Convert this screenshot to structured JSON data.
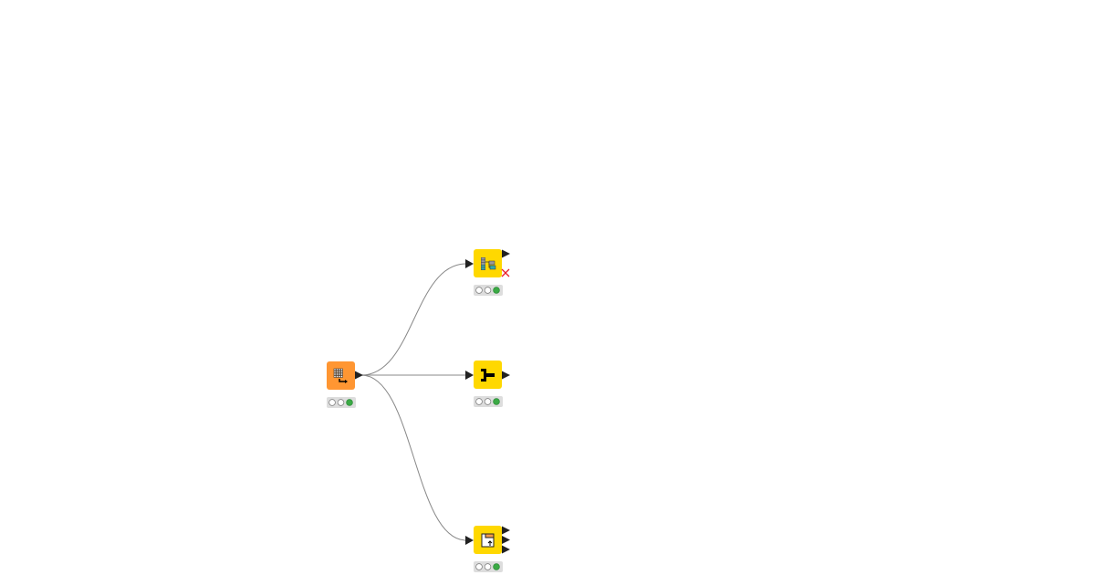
{
  "colors": {
    "source": "#FF9632",
    "manipulator": "#FFD800",
    "edge": "#888888",
    "port": "#222222",
    "status_ok": "#3BAA45",
    "status_bg": "#DDDDDD",
    "inactive_port": "#E8202A"
  },
  "nodes": [
    {
      "id": "source",
      "kind": "source",
      "icon": "table-reader-icon",
      "status": [
        "idle",
        "idle",
        "executed"
      ],
      "out_ports": 1,
      "in_ports": 0
    },
    {
      "id": "top",
      "kind": "manipulator",
      "icon": "table-split-icon",
      "status": [
        "idle",
        "idle",
        "executed"
      ],
      "out_ports": 1,
      "in_ports": 1,
      "inactive_port": true
    },
    {
      "id": "middle",
      "kind": "manipulator",
      "icon": "join-icon",
      "status": [
        "idle",
        "idle",
        "executed"
      ],
      "out_ports": 1,
      "in_ports": 1
    },
    {
      "id": "bottom",
      "kind": "manipulator",
      "icon": "column-filter-icon",
      "status": [
        "idle",
        "idle",
        "executed"
      ],
      "out_ports": 3,
      "in_ports": 1
    }
  ],
  "edges": [
    {
      "from": "source",
      "to": "top"
    },
    {
      "from": "source",
      "to": "middle"
    },
    {
      "from": "source",
      "to": "bottom"
    }
  ]
}
